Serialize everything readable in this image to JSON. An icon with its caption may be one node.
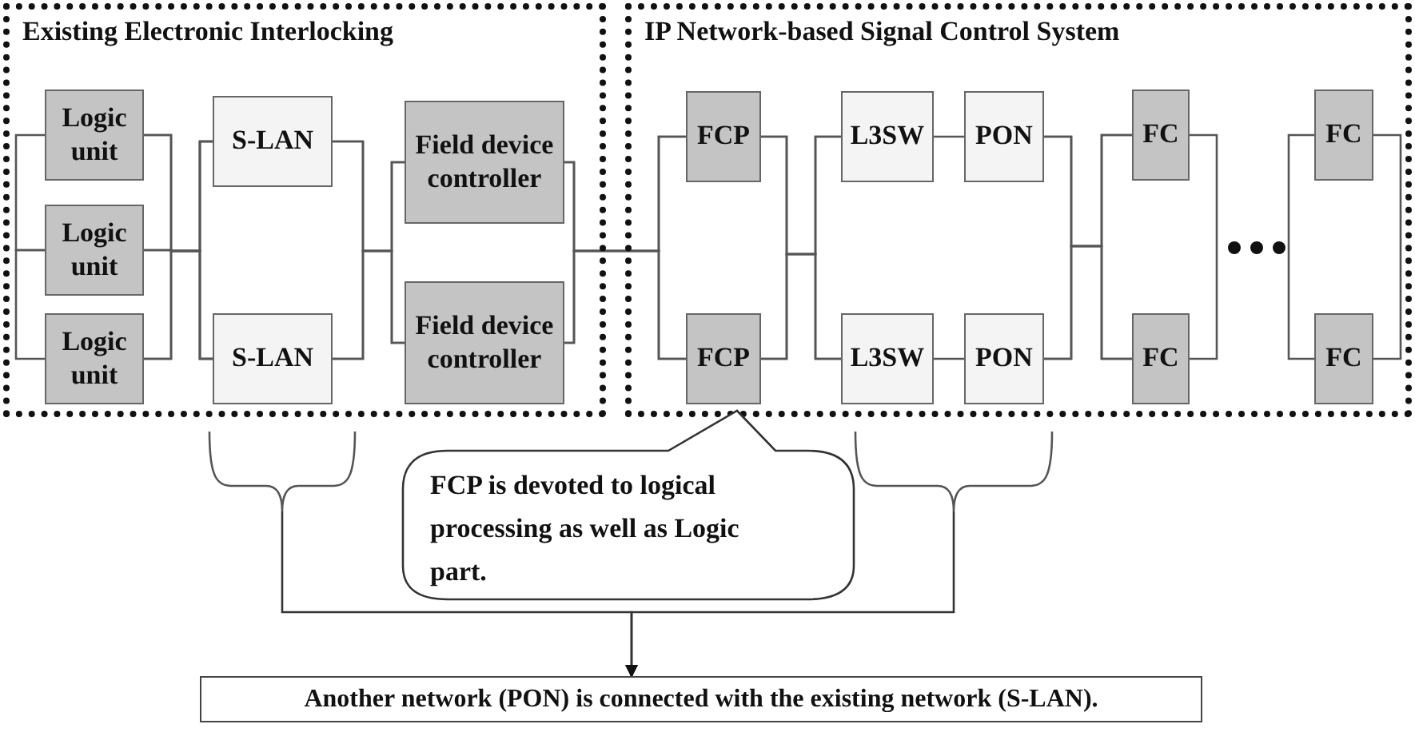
{
  "diagram": {
    "nodes": [
      {
        "text": [
          "Existing Electronic Interlocking"
        ]
      },
      {
        "text": [
          "IP Network-based Signal Control System"
        ]
      },
      {
        "text": [
          "Logic unit"
        ],
        "in": 0
      },
      {
        "text": [
          "Logic unit"
        ],
        "in": 0
      },
      {
        "text": [
          "Logic unit"
        ],
        "in": 0
      },
      {
        "text": [
          "S-LAN"
        ],
        "in": 0
      },
      {
        "text": [
          "S-LAN"
        ],
        "in": 0
      },
      {
        "text": [
          "Field device controller"
        ],
        "in": 0
      },
      {
        "text": [
          "Field device controller"
        ],
        "in": 0
      },
      {
        "text": [
          "FCP"
        ],
        "in": 1
      },
      {
        "text": [
          "FCP"
        ],
        "in": 1
      },
      {
        "text": [
          "L3SW"
        ],
        "in": 1
      },
      {
        "text": [
          "PON"
        ],
        "in": 1
      },
      {
        "text": [
          "L3SW"
        ],
        "in": 1
      },
      {
        "text": [
          "PON"
        ],
        "in": 1
      },
      {
        "text": [
          "FC"
        ],
        "in": 1
      },
      {
        "text": [
          "FC"
        ],
        "in": 1
      },
      {
        "text": [
          "FC"
        ],
        "in": 1
      },
      {
        "text": [
          "FC"
        ],
        "in": 1
      },
      {
        "text": [],
        "shape": "brace"
      },
      {
        "text": [
          "FCP is devoted to logical processing as well as Logic part."
        ]
      },
      {
        "text": [],
        "shape": "brace"
      },
      {
        "text": [
          "Another network (PON) is connected with the existing network (S-LAN)."
        ]
      }
    ],
    "edges": [
      {
        "from": 2,
        "to": 3,
        "arrow": "none"
      },
      {
        "from": 3,
        "to": 4,
        "arrow": "none"
      },
      {
        "from": 2,
        "to": 5,
        "arrow": "none"
      },
      {
        "from": 2,
        "to": 6,
        "arrow": "none"
      },
      {
        "from": 3,
        "to": 5,
        "arrow": "none"
      },
      {
        "from": 3,
        "to": 6,
        "arrow": "none"
      },
      {
        "from": 4,
        "to": 5,
        "arrow": "none"
      },
      {
        "from": 4,
        "to": 6,
        "arrow": "none"
      },
      {
        "from": 5,
        "to": 7,
        "arrow": "none"
      },
      {
        "from": 5,
        "to": 8,
        "arrow": "none"
      },
      {
        "from": 6,
        "to": 7,
        "arrow": "none"
      },
      {
        "from": 6,
        "to": 8,
        "arrow": "none"
      },
      {
        "from": 7,
        "to": 9,
        "arrow": "none"
      },
      {
        "from": 7,
        "to": 10,
        "arrow": "none"
      },
      {
        "from": 8,
        "to": 9,
        "arrow": "none"
      },
      {
        "from": 8,
        "to": 10,
        "arrow": "none"
      },
      {
        "from": 9,
        "to": 11,
        "arrow": "none"
      },
      {
        "from": 9,
        "to": 13,
        "arrow": "none"
      },
      {
        "from": 10,
        "to": 11,
        "arrow": "none"
      },
      {
        "from": 10,
        "to": 13,
        "arrow": "none"
      },
      {
        "from": 11,
        "to": 12,
        "arrow": "none"
      },
      {
        "from": 13,
        "to": 14,
        "arrow": "none"
      },
      {
        "from": 12,
        "to": 15,
        "arrow": "none"
      },
      {
        "from": 12,
        "to": 16,
        "arrow": "none"
      },
      {
        "from": 14,
        "to": 15,
        "arrow": "none"
      },
      {
        "from": 14,
        "to": 16,
        "arrow": "none"
      },
      {
        "from": 15,
        "to": 16,
        "arrow": "none"
      },
      {
        "from": 17,
        "to": 18,
        "arrow": "none"
      },
      {
        "from": 17,
        "to": 18,
        "arrow": "none"
      },
      {
        "from": 19,
        "to": 22,
        "arrow": "to"
      },
      {
        "from": 21,
        "to": 22,
        "arrow": "to"
      }
    ]
  }
}
